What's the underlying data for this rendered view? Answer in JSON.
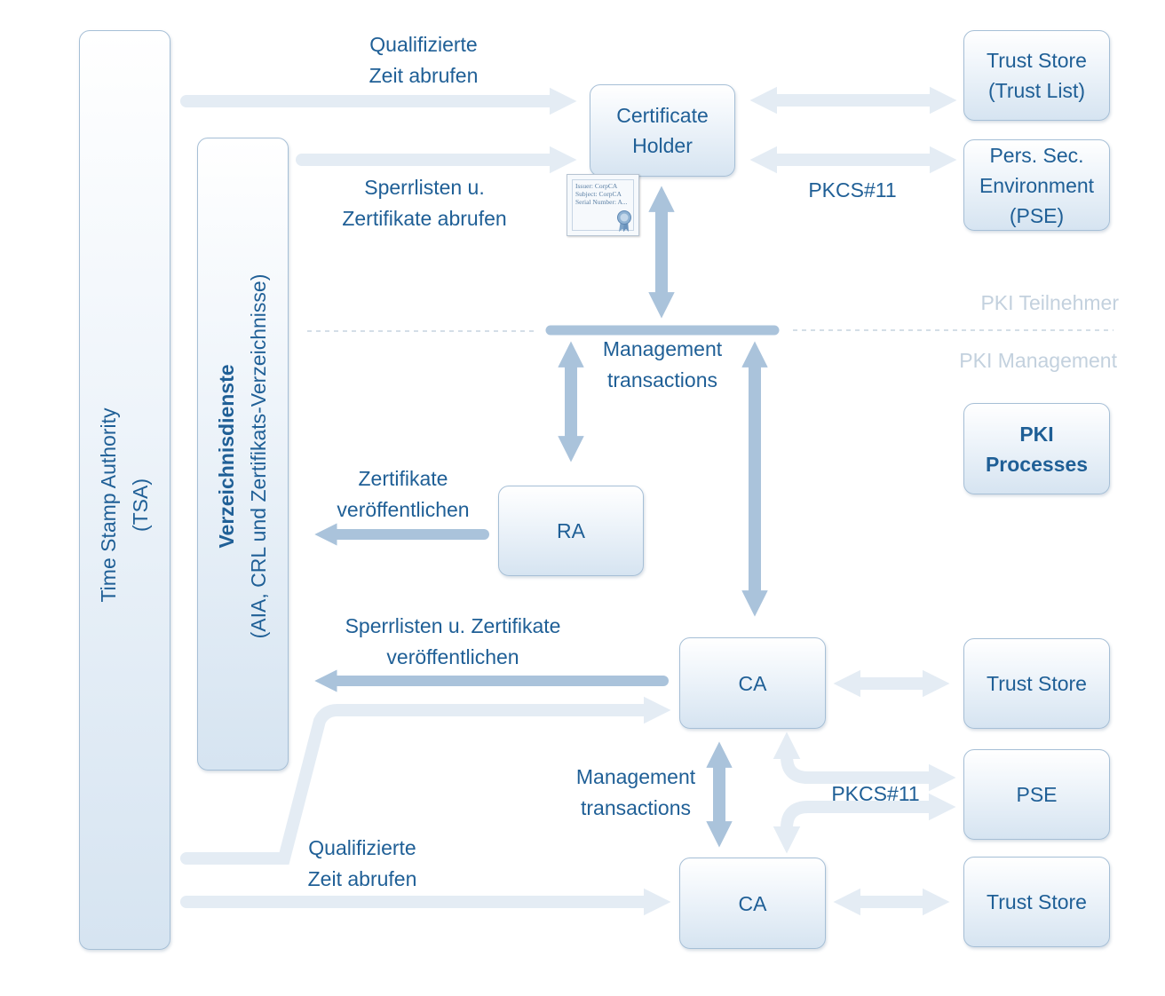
{
  "diagram": {
    "tsa": {
      "line1": "Time Stamp Authority",
      "line2": "(TSA)"
    },
    "directory": {
      "line1": "Verzeichnisdienste",
      "line2": "(AIA, CRL und Zertifikats-Verzeichnisse)"
    },
    "certificate_holder": {
      "line1": "Certificate",
      "line2": "Holder"
    },
    "trust_store_list": {
      "line1": "Trust Store",
      "line2": "(Trust List)"
    },
    "pse_top": {
      "line1": "Pers. Sec.",
      "line2": "Environment",
      "line3": "(PSE)"
    },
    "pki_processes": {
      "line1": "PKI",
      "line2": "Processes"
    },
    "ra": {
      "label": "RA"
    },
    "ca_upper": {
      "label": "CA"
    },
    "ca_lower": {
      "label": "CA"
    },
    "trust_store_mid": {
      "label": "Trust Store"
    },
    "pse_mid": {
      "label": "PSE"
    },
    "trust_store_bottom": {
      "label": "Trust Store"
    },
    "labels": {
      "qual_time_top": {
        "line1": "Qualifizierte",
        "line2": "Zeit abrufen"
      },
      "crl_fetch": {
        "line1": "Sperrlisten u.",
        "line2": "Zertifikate abrufen"
      },
      "pkcs_top": "PKCS#11",
      "pki_participants": "PKI Teilnehmer",
      "pki_management": "PKI Management",
      "mgmt_top": {
        "line1": "Management",
        "line2": "transactions"
      },
      "cert_publish": {
        "line1": "Zertifikate",
        "line2": "veröffentlichen"
      },
      "crl_publish": {
        "line1": "Sperrlisten u. Zertifikate",
        "line2": "veröffentlichen"
      },
      "mgmt_bottom": {
        "line1": "Management",
        "line2": "transactions"
      },
      "pkcs_bottom": "PKCS#11",
      "qual_time_bottom": {
        "line1": "Qualifizierte",
        "line2": "Zeit abrufen"
      }
    },
    "certificate_icon": {
      "issuer": "Issuer: CorpCA",
      "subject": "Subject: CorpCA",
      "serial": "Serial Number: A..."
    }
  }
}
